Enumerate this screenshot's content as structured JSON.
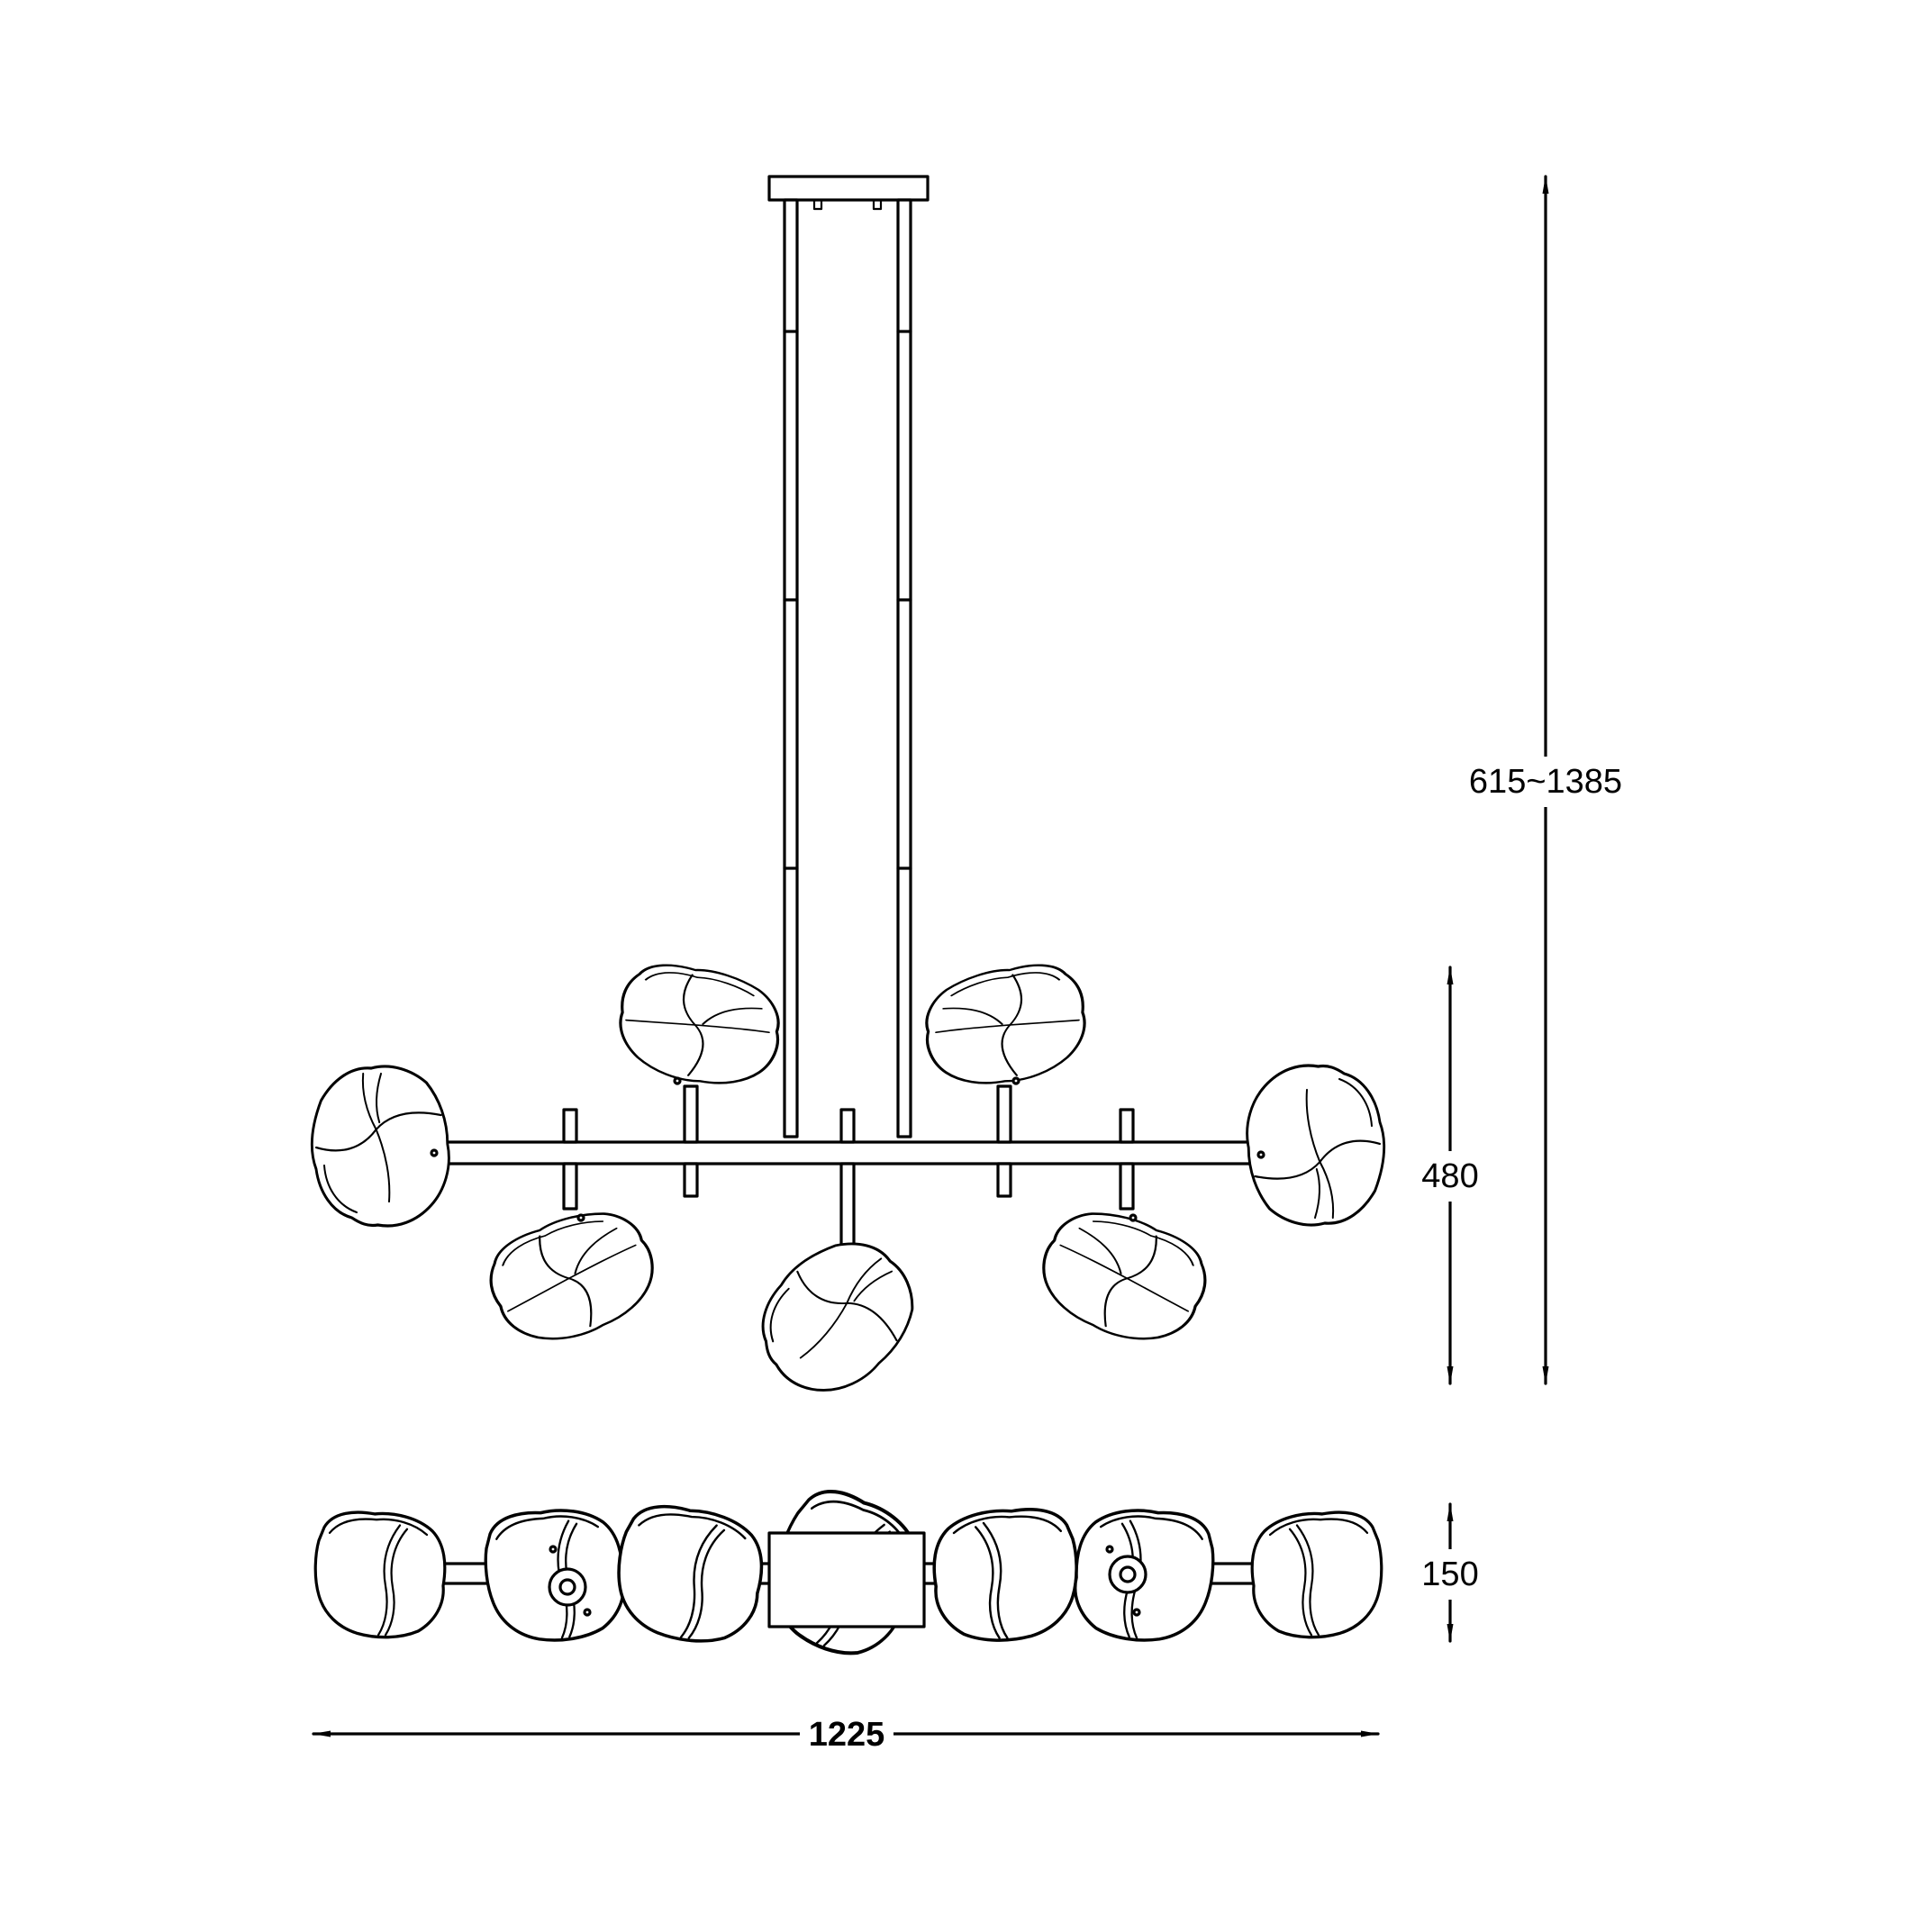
{
  "dimensions": {
    "total_height": "615~1385",
    "body_height": "480",
    "depth": "150",
    "width": "1225"
  },
  "colors": {
    "line": "#000000",
    "background": "#ffffff"
  }
}
